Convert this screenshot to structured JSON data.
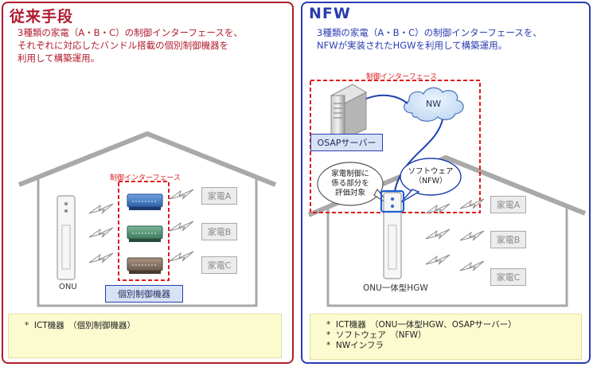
{
  "left_panel": {
    "title": "従来手段",
    "description": "3種類の家電（A・B・C）の制御インターフェースを、\nそれぞれに対応したバンドル搭載の個別制御機器を\n利用して構築運用。",
    "interface_label": "制御インターフェース",
    "onu_label": "ONU",
    "device_label": "個別制御機器",
    "appliances": [
      "家電A",
      "家電B",
      "家電C"
    ],
    "notes": [
      "*  ICT機器　（個別制御機器）"
    ]
  },
  "right_panel": {
    "title": "NFW",
    "description": "3種類の家電（A・B・C）の制御インターフェースを、\nNFWが実装されたHGWを利用して構築運用。",
    "interface_label": "制御インターフェース",
    "cloud_label": "NW",
    "server_label": "OSAPサーバー",
    "callout_eval": "家電制御に\n係る部分を\n評価対象",
    "callout_software": "ソフトウェア\n（NFW）",
    "hgw_label": "ONU一体型HGW",
    "appliances": [
      "家電A",
      "家電B",
      "家電C"
    ],
    "notes": [
      "*  ICT機器　（ONU一体型HGW、OSAPサーバー）",
      "*  ソフトウェア　（NFW）",
      "*  NWインフラ"
    ]
  },
  "colors": {
    "left_accent": "#b01c2e",
    "right_accent": "#2b3cb0",
    "interface_dashed": "#e0191b",
    "note_background": "#fcfbd0",
    "house_outline": "#a9a9a9"
  }
}
